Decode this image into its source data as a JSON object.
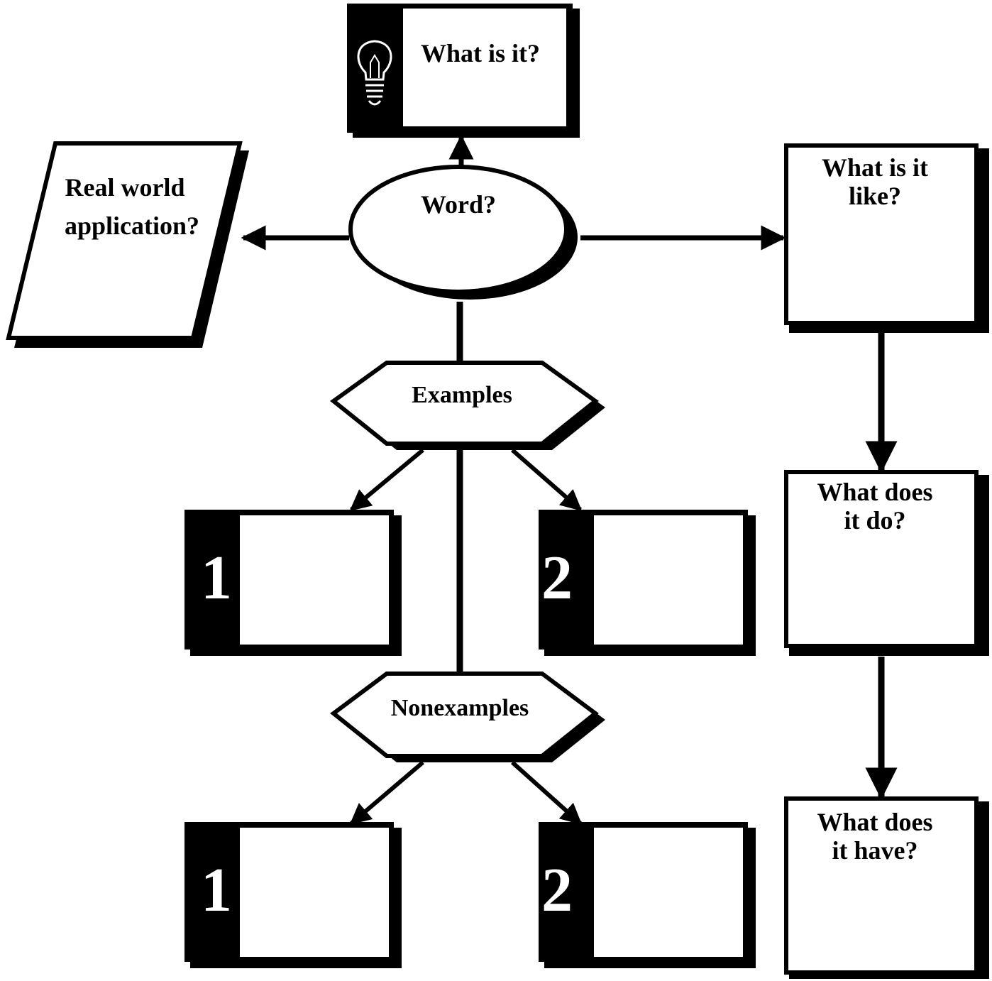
{
  "nodes": {
    "center": "Word?",
    "definition": "What is it?",
    "application": [
      "Real world",
      "application?"
    ],
    "like": [
      "What is it",
      "like?"
    ],
    "does": [
      "What does",
      "it do?"
    ],
    "has": [
      "What does",
      "it have?"
    ],
    "examples": "Examples",
    "nonexamples": "Nonexamples",
    "example_1": "1",
    "example_2": "2",
    "nonexample_1": "1",
    "nonexample_2": "2"
  },
  "icons": {
    "definition": "lightbulb-icon"
  },
  "colors": {
    "ink": "#000000",
    "paper": "#ffffff"
  }
}
